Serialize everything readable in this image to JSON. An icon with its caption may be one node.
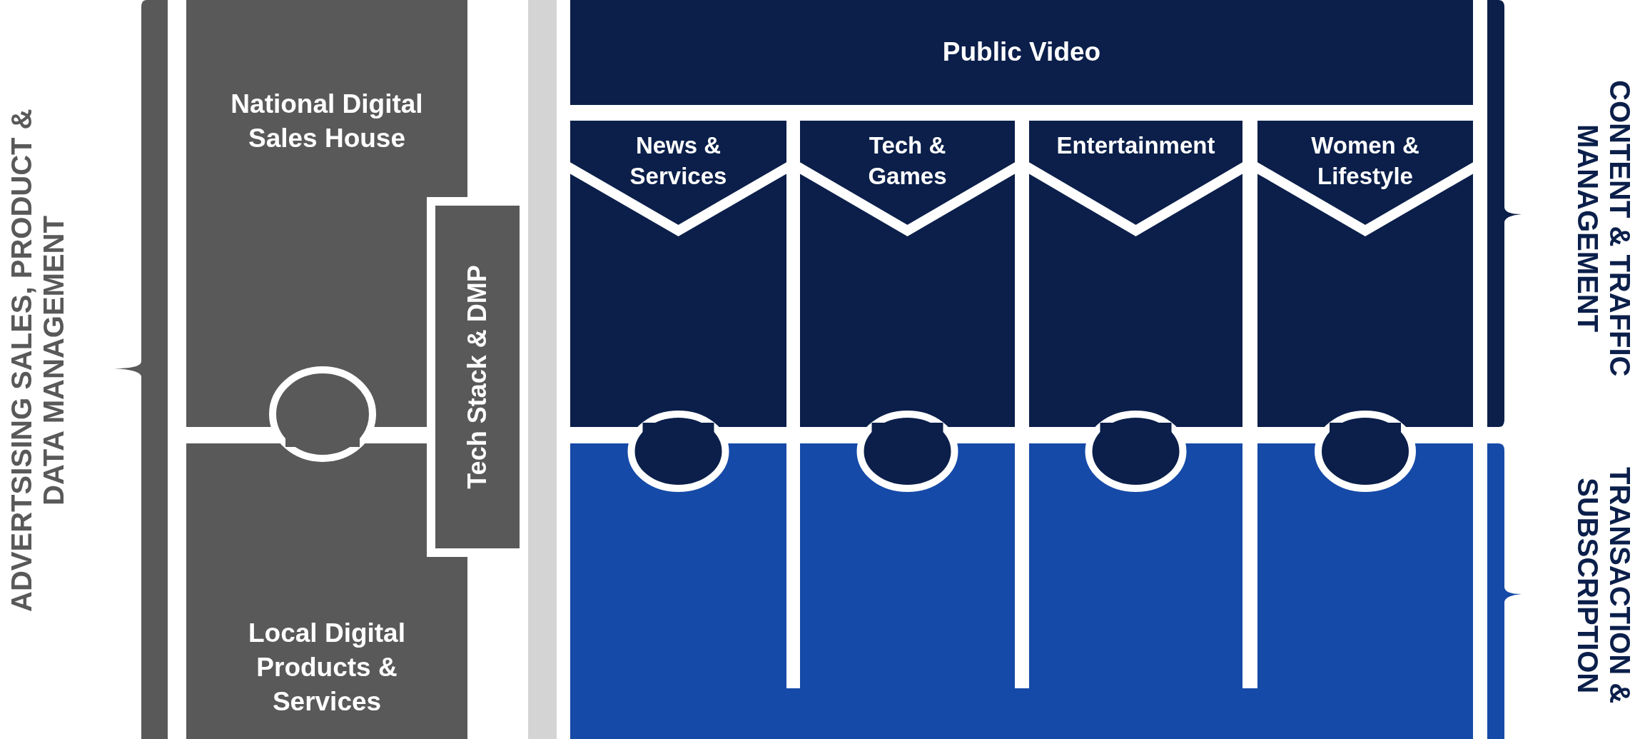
{
  "diagram": {
    "nodes": [
      {
        "text": [
          "National Digital Sales House"
        ]
      },
      {
        "text": [
          "Local Digital Products & Services"
        ]
      },
      {
        "text": [],
        "shape": "bar"
      },
      {
        "text": [
          "Tech Stack & DMP"
        ]
      },
      {
        "text": [
          "Public Video"
        ]
      },
      {
        "text": [
          "News & Services"
        ]
      },
      {
        "text": [
          "Tech & Games"
        ]
      },
      {
        "text": [
          "Entertainment"
        ]
      },
      {
        "text": [
          "Women & Lifestyle"
        ]
      },
      {
        "text": [],
        "shape": "box"
      },
      {
        "text": [],
        "shape": "box"
      },
      {
        "text": [],
        "shape": "box"
      },
      {
        "text": [],
        "shape": "box"
      },
      {
        "text": [],
        "shape": "bracket"
      },
      {
        "text": [],
        "shape": "bracket"
      },
      {
        "text": [],
        "shape": "bracket"
      }
    ],
    "labels": [
      "ADVERTSISING SALES, PRODUCT & DATA MANAGEMENT",
      "CONTENT & TRAFFIC MANAGEMENT",
      "TRANSACTION & SUBSCRIPTION"
    ]
  }
}
